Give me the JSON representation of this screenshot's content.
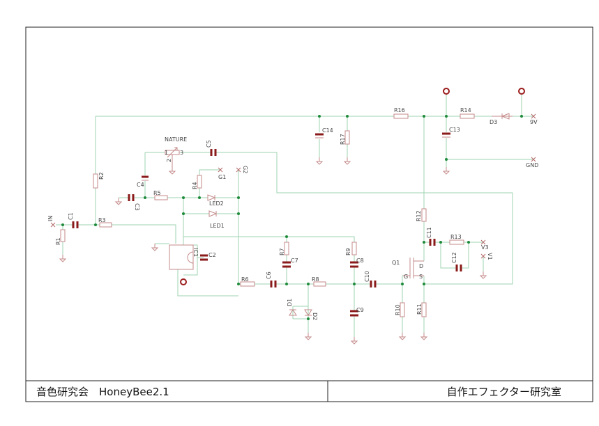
{
  "title_block": {
    "left": "音色研究会　HoneyBee2.1",
    "right": "自作エフェクター研究室"
  },
  "labels": {
    "in": "IN",
    "r1": "R1",
    "c1": "C1",
    "r2": "R2",
    "r3": "R3",
    "nature": "NATURE",
    "pot1": "1",
    "pot2": "2",
    "pot3": "3",
    "c5": "C5",
    "c4": "C4",
    "c3": "C3",
    "r5": "R5",
    "r4": "R4",
    "g1": "G1",
    "g2": "G2",
    "led2": "LED2",
    "led1": "LED1",
    "ic1": "IC1",
    "c2": "C2",
    "r6": "R6",
    "c6": "C6",
    "r7": "R7",
    "c7": "C7",
    "d1": "D1",
    "d2": "D2",
    "r8": "R8",
    "r9": "R9",
    "c8": "C8",
    "c9": "C9",
    "c10": "C10",
    "q1": "Q1",
    "g": "G",
    "d": "D",
    "s": "S",
    "r10": "R10",
    "r11": "R11",
    "r12": "R12",
    "c11": "C11",
    "r13": "R13",
    "c12": "C12",
    "v3": "V3",
    "v1": "V1",
    "c14": "C14",
    "r17": "R17",
    "r16": "R16",
    "r14": "R14",
    "d3": "D3",
    "c13": "C13",
    "v9": "9V",
    "gnd": "GND"
  }
}
